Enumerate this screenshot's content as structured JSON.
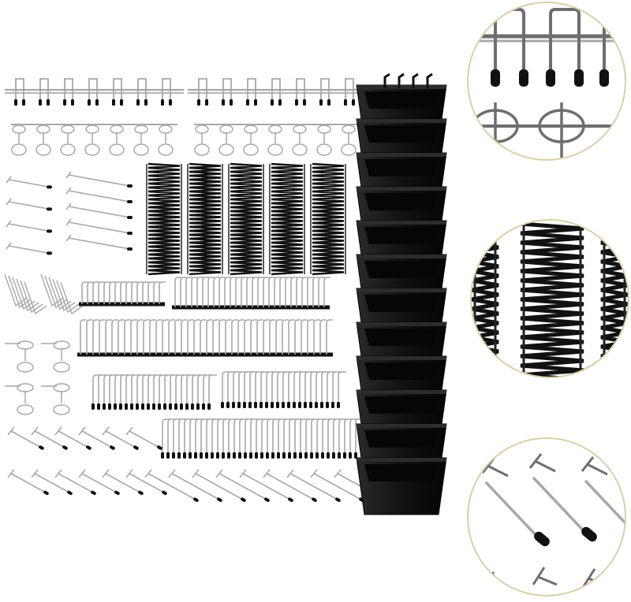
{
  "image": {
    "subject": "pegboard-hook-assortment",
    "background_color": "#ffffff",
    "metal_color": "#a8a8a8",
    "metal_dark": "#6e6e6e",
    "tip_color": "#111111",
    "bin_color": "#151515"
  },
  "callouts": [
    {
      "name": "hook-tips-closeup-callout",
      "subject": "double-hooks-with-black-tips"
    },
    {
      "name": "zigzag-spring-closeup-callout",
      "subject": "black-zigzag-spring-clips"
    },
    {
      "name": "angled-hooks-closeup-callout",
      "subject": "angled-hooks-with-black-tips"
    }
  ],
  "bins": {
    "count": 12
  }
}
